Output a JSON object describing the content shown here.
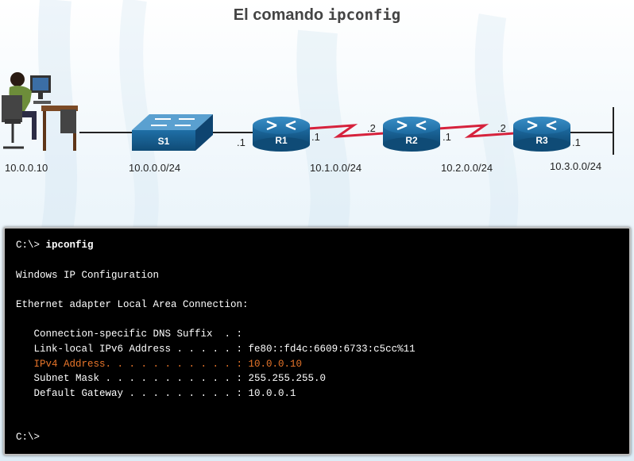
{
  "title": {
    "prefix": "El comando ",
    "command": "ipconfig"
  },
  "colors": {
    "accent_orange": "#e8752a",
    "serial_link": "#d6223c",
    "device_blue": "#1b5f8c"
  },
  "network": {
    "pc_ip": "10.0.0.10",
    "switch": "S1",
    "routers": [
      "R1",
      "R2",
      "R3"
    ],
    "networks": [
      "10.0.0.0/24",
      "10.1.0.0/24",
      "10.2.0.0/24",
      "10.3.0.0/24"
    ],
    "interfaces": {
      "r1_lan": ".1",
      "r1_wan": ".1",
      "r2_left": ".2",
      "r2_right": ".1",
      "r3_left": ".2",
      "r3_lan": ".1"
    }
  },
  "terminal": {
    "prompt": "C:\\> ",
    "command": "ipconfig",
    "line_header": "Windows IP Configuration",
    "line_adapter": "Ethernet adapter Local Area Connection:",
    "line_dns": "   Connection-specific DNS Suffix  . :",
    "line_ipv6": "   Link-local IPv6 Address . . . . . : fe80::fd4c:6609:6733:c5cc%11",
    "line_ipv4": "   IPv4 Address. . . . . . . . . . . : 10.0.0.10",
    "line_mask": "   Subnet Mask . . . . . . . . . . . : 255.255.255.0",
    "line_gateway": "   Default Gateway . . . . . . . . . : 10.0.0.1",
    "final_prompt": "C:\\>"
  }
}
